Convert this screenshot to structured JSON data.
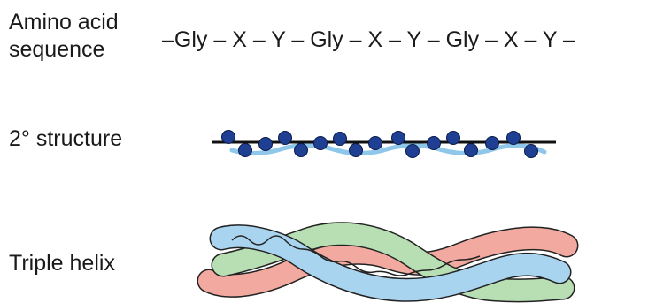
{
  "labels": {
    "sequence_line1": "Amino acid",
    "sequence_line2": "sequence",
    "secondary": "2° structure",
    "triple": "Triple helix"
  },
  "sequence_text": "–Gly – X – Y – Gly – X – Y – Gly – X – Y –",
  "colors": {
    "residue": "#1f3f93",
    "residue_edge": "#0a1a4a",
    "backbone": "#111111",
    "backbone_shadow": "#8ec7ea",
    "strand_blue": "#a9d4ef",
    "strand_green": "#b8dfb4",
    "strand_pink": "#f2aaa0",
    "outline": "#222222"
  }
}
